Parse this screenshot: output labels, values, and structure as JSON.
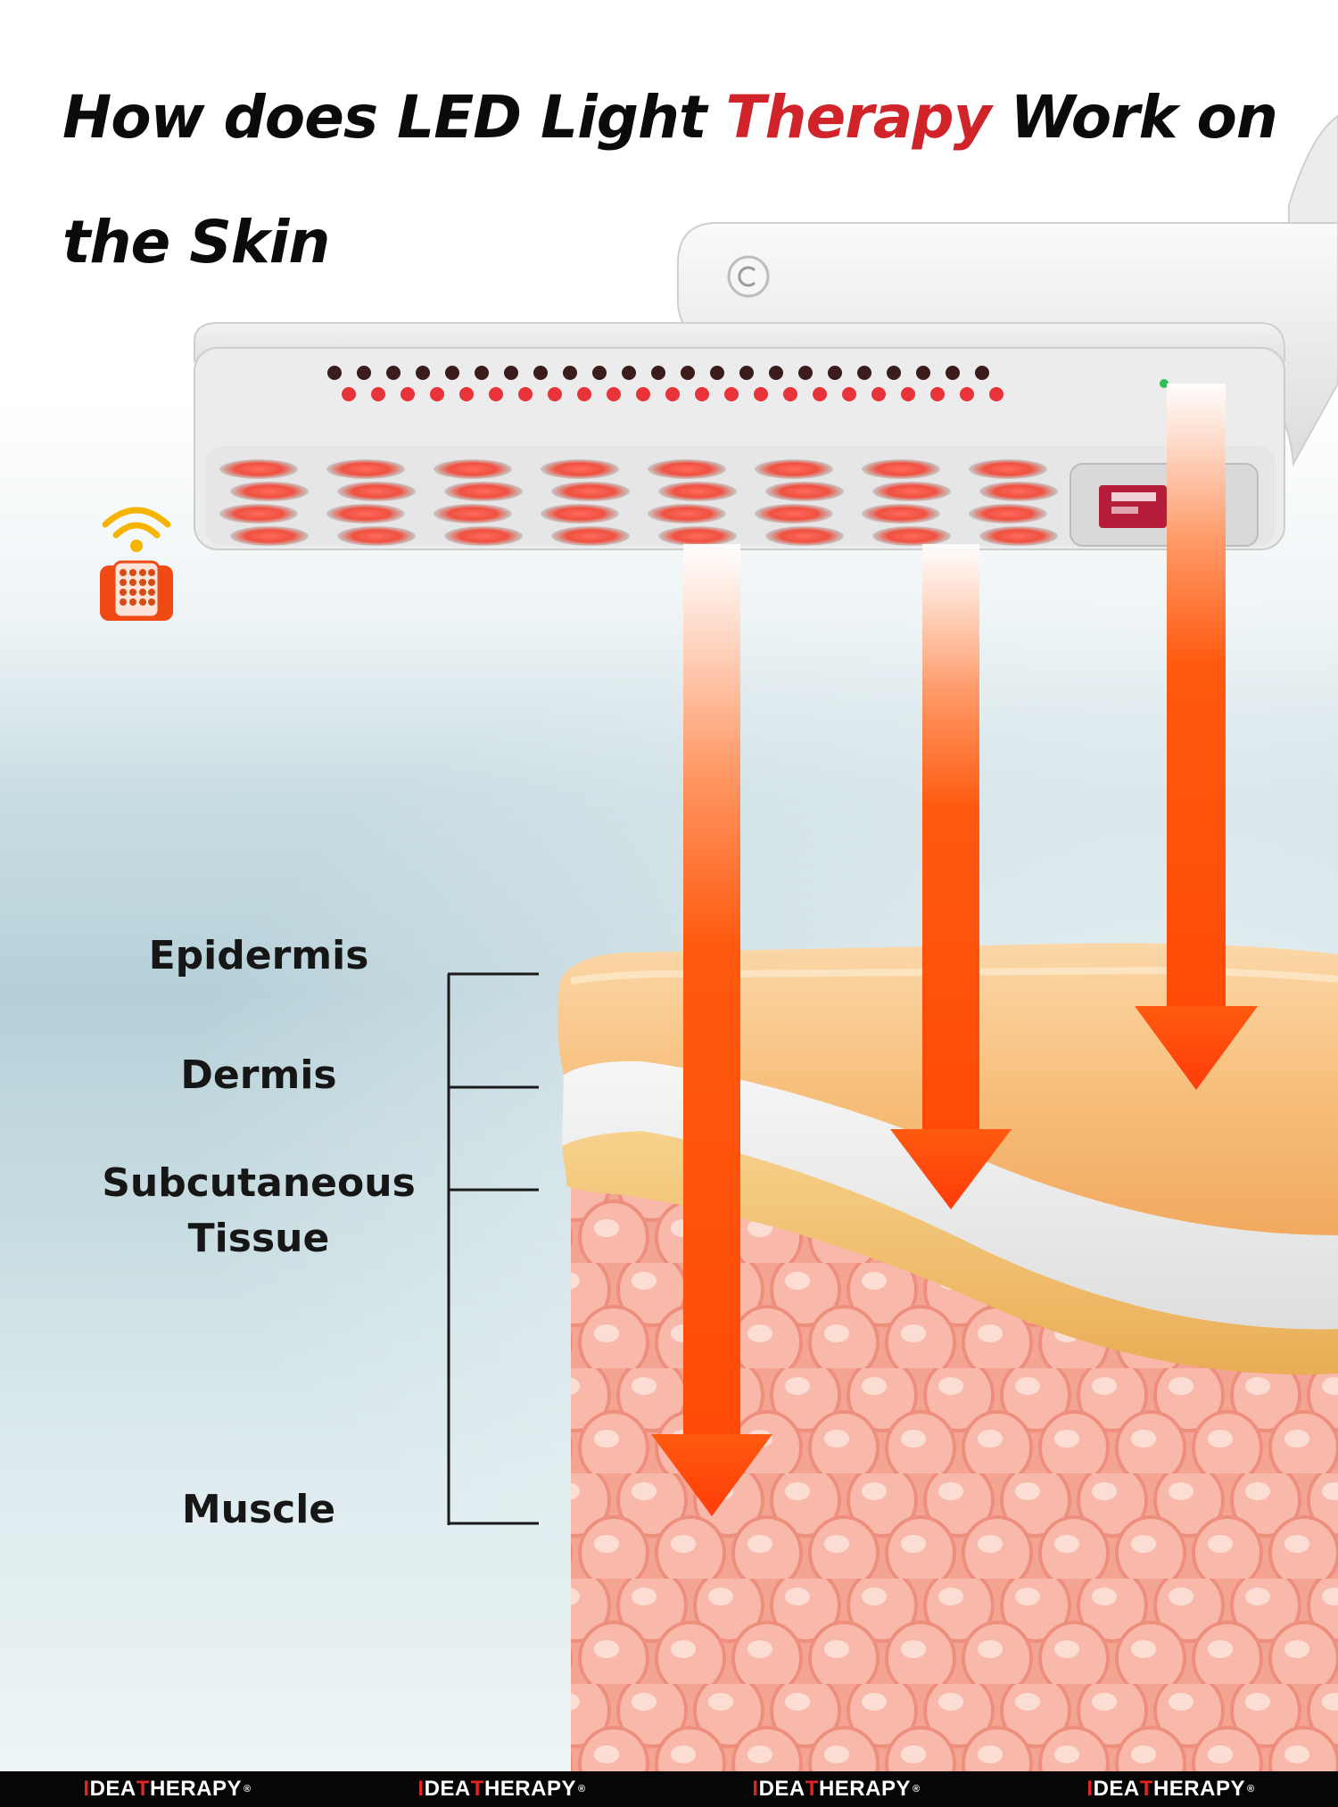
{
  "title": {
    "part1": "How does LED Light ",
    "highlight": "Therapy",
    "part2": " Work on the Skin"
  },
  "layers": [
    {
      "id": "epidermis",
      "label": "Epidermis"
    },
    {
      "id": "dermis",
      "label": "Dermis"
    },
    {
      "id": "subcutaneous",
      "label": "Subcutaneous Tissue"
    },
    {
      "id": "muscle",
      "label": "Muscle"
    }
  ],
  "footer": {
    "brands": [
      {
        "prefix": "I",
        "main": "DEA",
        "accent": "T",
        "rest": "HERAPY",
        "mark": "®"
      },
      {
        "prefix": "I",
        "main": "DEA",
        "accent": "T",
        "rest": "HERAPY",
        "mark": "®"
      },
      {
        "prefix": "I",
        "main": "DEA",
        "accent": "T",
        "rest": "HERAPY",
        "mark": "®"
      },
      {
        "prefix": "I",
        "main": "DEA",
        "accent": "T",
        "rest": "HERAPY",
        "mark": "®"
      }
    ]
  },
  "colors": {
    "title_highlight": "#d1232a",
    "arrow": "#ff5a0f",
    "skin": "#f5a08c",
    "footer_bg": "#060606"
  },
  "icons": [
    "wifi-icon",
    "remote-control-icon",
    "power-button-icon",
    "led-panel-device"
  ]
}
